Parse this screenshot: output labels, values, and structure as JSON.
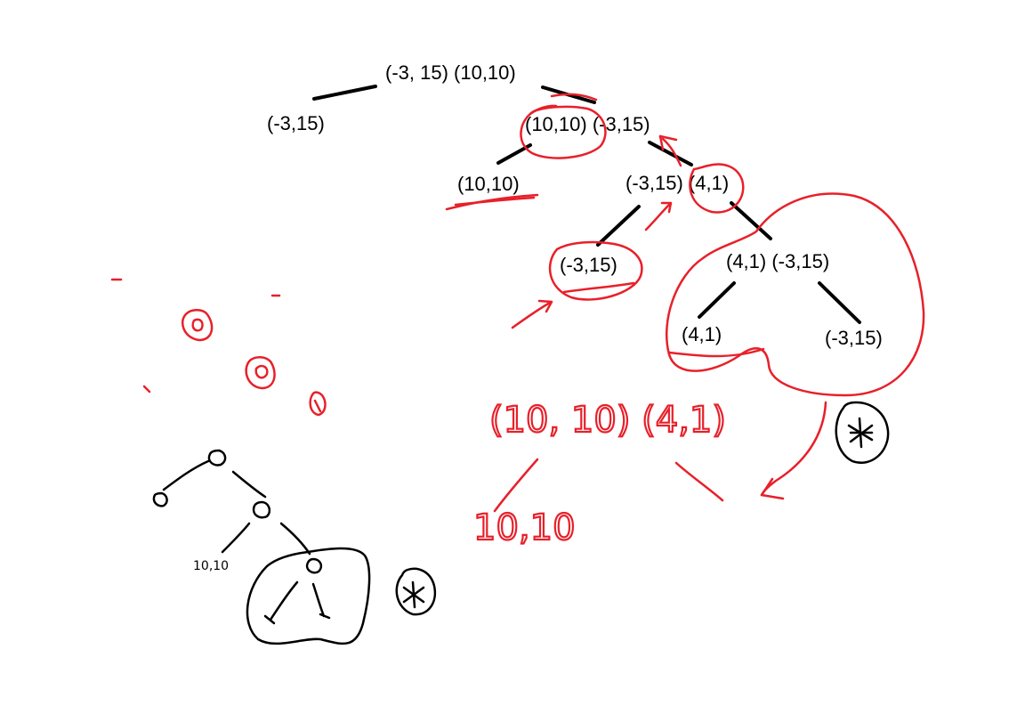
{
  "tree": {
    "root": "(-3, 15) (10,10)",
    "level1_left": "(-3,15)",
    "level1_right": "(10,10) (-3,15)",
    "level2_left": "(10,10)",
    "level2_right": "(-3,15) (4,1)",
    "level3_left": "(-3,15)",
    "level3_right": "(4,1) (-3,15)",
    "level4_left": "(4,1)",
    "level4_right": "(-3,15)"
  },
  "annotations": {
    "merged_pair": "(10, 10)  (4,1)",
    "result": "10,10",
    "mini_leaf": "10,10"
  },
  "colors": {
    "ink": "#000000",
    "marker": "#e8202a"
  }
}
